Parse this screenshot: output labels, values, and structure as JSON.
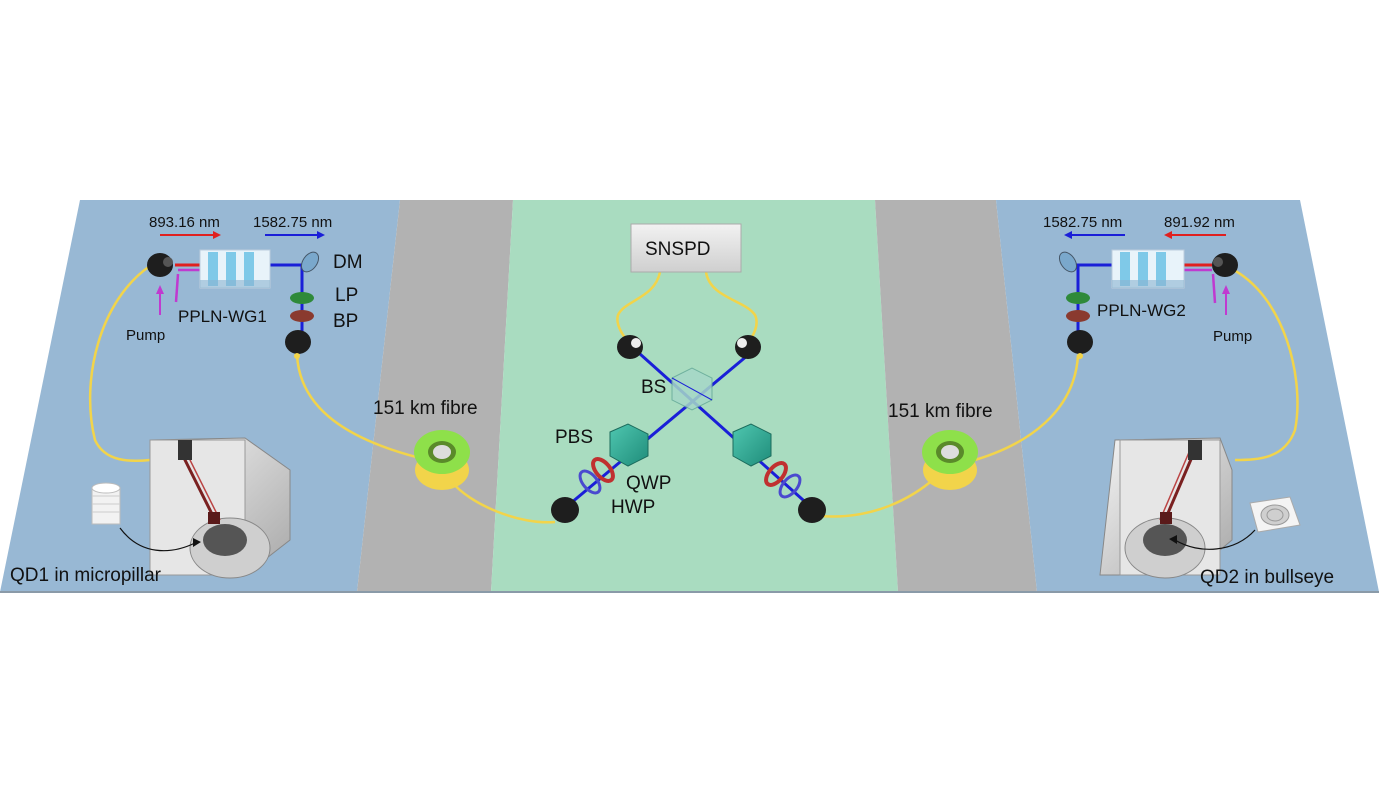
{
  "labels": {
    "left_wavelength_in": "893.16 nm",
    "left_wavelength_out": "1582.75 nm",
    "right_wavelength_out": "1582.75 nm",
    "right_wavelength_in": "891.92 nm",
    "dm": "DM",
    "lp": "LP",
    "bp": "BP",
    "pump_left": "Pump",
    "pump_right": "Pump",
    "ppln_wg1": "PPLN-WG1",
    "ppln_wg2": "PPLN-WG2",
    "fibre_left": "151 km fibre",
    "fibre_right": "151 km fibre",
    "snspd": "SNSPD",
    "bs": "BS",
    "pbs": "PBS",
    "qwp": "QWP",
    "hwp": "HWP",
    "qd1": "QD1 in micropillar",
    "qd2": "QD2 in bullseye"
  },
  "colors": {
    "table_blue": "#98b8d4",
    "table_gray": "#b2b2b2",
    "table_green": "#a9dcc0",
    "fibre_yellow": "#f2d44a",
    "beam_blue": "#1a1fd8",
    "beam_red": "#e0201f",
    "pump_magenta": "#c03ad0",
    "spool_green": "#8ee04a"
  }
}
